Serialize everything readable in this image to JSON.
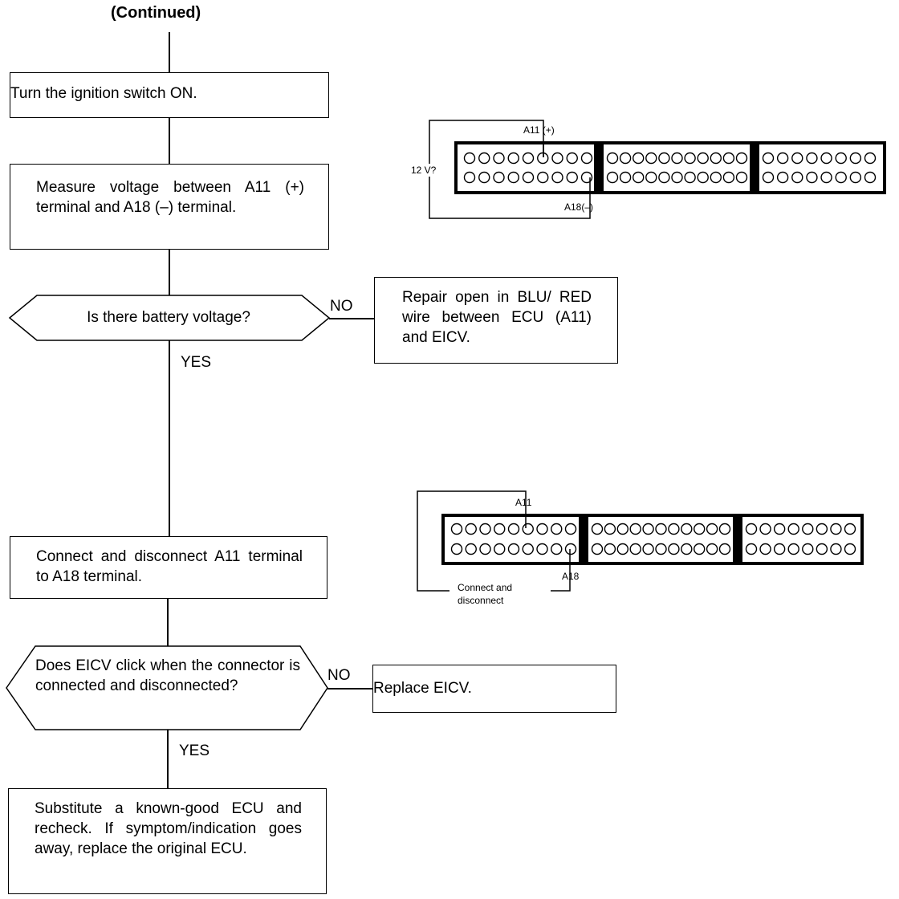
{
  "header": "(Continued)",
  "steps": {
    "ignition": "Turn the ignition switch ON.",
    "measure": "Measure voltage between A11 (+) terminal and A18 (–) terminal.",
    "connect": "Connect and disconnect A11 terminal to A18 terminal.",
    "substitute": "Substitute a known-good ECU and recheck. If symptom/indication goes away, replace the original ECU."
  },
  "decisions": {
    "battery": "Is there battery voltage?",
    "click": "Does EICV click when the connector is connected and disconnected?"
  },
  "actions": {
    "repair": "Repair open in BLU/ RED wire between ECU (A11) and EICV.",
    "replace": "Replace EICV."
  },
  "branch_labels": {
    "yes": "YES",
    "no": "NO"
  },
  "diagram1": {
    "plus_label": "A11 (+)",
    "minus_label": "A18(–)",
    "voltage_label": "12 V?"
  },
  "diagram2": {
    "a11_label": "A11",
    "a18_label": "A18",
    "action_label_1": "Connect and",
    "action_label_2": "disconnect"
  }
}
